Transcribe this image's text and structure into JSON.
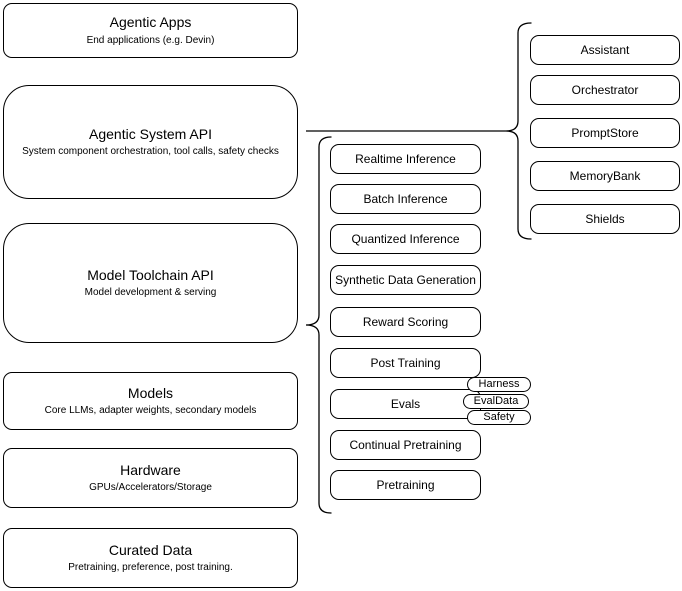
{
  "diagram": {
    "colors": {
      "stroke": "#000000",
      "fill": "#ffffff",
      "background": "#ffffff",
      "text": "#000000"
    },
    "stack": [
      {
        "title": "Agentic Apps",
        "subtitle": "End applications (e.g. Devin)"
      },
      {
        "title": "Agentic System API",
        "subtitle": "System component orchestration, tool calls, safety checks"
      },
      {
        "title": "Model Toolchain API",
        "subtitle": "Model development & serving"
      },
      {
        "title": "Models",
        "subtitle": "Core LLMs, adapter weights, secondary models"
      },
      {
        "title": "Hardware",
        "subtitle": "GPUs/Accelerators/Storage"
      },
      {
        "title": "Curated Data",
        "subtitle": "Pretraining, preference, post training."
      }
    ],
    "toolchain_items": [
      "Realtime Inference",
      "Batch Inference",
      "Quantized Inference",
      "Synthetic Data Generation",
      "Reward Scoring",
      "Post Training",
      "Evals",
      "Continual Pretraining",
      "Pretraining"
    ],
    "evals_tags": [
      "Harness",
      "EvalData",
      "Safety"
    ],
    "system_components": [
      "Assistant",
      "Orchestrator",
      "PromptStore",
      "MemoryBank",
      "Shields"
    ]
  }
}
